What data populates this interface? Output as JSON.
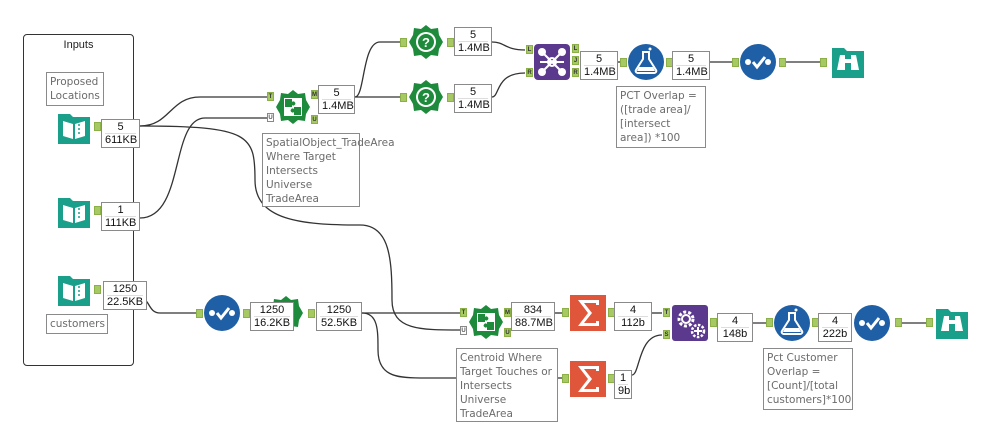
{
  "canvas": {
    "container": {
      "title": "Inputs"
    },
    "colors": {
      "input_teal": "#1a9f8a",
      "spatial_green": "#1e8a3c",
      "join_purple": "#5b3a8e",
      "formula_blue": "#1f5fa5",
      "summarize_orange": "#e0563a",
      "browse_teal": "#1a9f8a",
      "anchor_green": "#a6c964",
      "wire": "#333333"
    },
    "tools": [
      {
        "id": "input1",
        "type": "input-data",
        "icon": "book-icon",
        "annotation": "Proposed Locations",
        "badge": {
          "records": "5",
          "size": "611KB"
        }
      },
      {
        "id": "input2",
        "type": "input-data",
        "icon": "book-icon",
        "annotation": "",
        "badge": {
          "records": "1",
          "size": "111KB"
        }
      },
      {
        "id": "input3",
        "type": "input-data",
        "icon": "book-icon",
        "annotation": "customers",
        "badge": {
          "records": "1250",
          "size": "22.5KB"
        }
      },
      {
        "id": "spatial1",
        "type": "spatial-match",
        "icon": "puzzle-icon",
        "annotation": "SpatialObject_TradeArea Where Target Intersects Universe TradeArea",
        "badge": {
          "records": "5",
          "size": "1.4MB"
        }
      },
      {
        "id": "filter1",
        "type": "filter",
        "icon": "question-icon",
        "badge": {
          "records": "5",
          "size": "1.4MB"
        }
      },
      {
        "id": "filter2",
        "type": "filter",
        "icon": "question-icon",
        "badge": {
          "records": "5",
          "size": "1.4MB"
        }
      },
      {
        "id": "join1",
        "type": "join",
        "icon": "join-icon",
        "badge": {
          "records": "5",
          "size": "1.4MB"
        }
      },
      {
        "id": "formula1",
        "type": "formula",
        "icon": "flask-icon",
        "annotation": "PCT Overlap = ([trade area]/ [intersect area]) *100",
        "badge": {
          "records": "5",
          "size": "1.4MB"
        }
      },
      {
        "id": "select1",
        "type": "select",
        "icon": "check-icon"
      },
      {
        "id": "browse1",
        "type": "browse",
        "icon": "binoculars-icon"
      },
      {
        "id": "select2",
        "type": "select",
        "icon": "check-icon",
        "badge": {
          "records": "1250",
          "size": "16.2KB"
        }
      },
      {
        "id": "spatialinfo",
        "type": "spatial-info",
        "icon": "pin-icon",
        "badge": {
          "records": "1250",
          "size": "52.5KB"
        }
      },
      {
        "id": "spatial2",
        "type": "spatial-match",
        "icon": "puzzle-icon",
        "annotation": "Centroid Where Target Touches or Intersects Universe TradeArea",
        "badge": {
          "records": "834",
          "size": "88.7MB"
        }
      },
      {
        "id": "sum1",
        "type": "summarize",
        "icon": "sigma-icon",
        "badge": {
          "records": "4",
          "size": "112b"
        }
      },
      {
        "id": "sum2",
        "type": "summarize",
        "icon": "sigma-icon",
        "badge": {
          "records": "1",
          "size": "9b"
        }
      },
      {
        "id": "append1",
        "type": "append-fields",
        "icon": "gears-icon",
        "badge": {
          "records": "4",
          "size": "148b"
        }
      },
      {
        "id": "formula2",
        "type": "formula",
        "icon": "flask-icon",
        "annotation": "Pct Customer Overlap = [Count]/[total customers]*100",
        "badge": {
          "records": "4",
          "size": "222b"
        }
      },
      {
        "id": "select3",
        "type": "select",
        "icon": "check-icon"
      },
      {
        "id": "browse2",
        "type": "browse",
        "icon": "binoculars-icon"
      }
    ],
    "anchor_labels": {
      "T": "T",
      "U": "U",
      "M": "M",
      "L": "L",
      "J": "J",
      "R": "R",
      "S": "S"
    }
  }
}
